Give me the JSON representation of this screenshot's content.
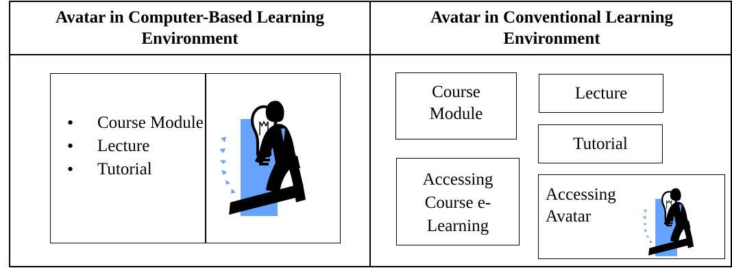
{
  "table": {
    "headers": [
      "Avatar in Computer-Based Learning Environment",
      "Avatar in Conventional Learning Environment"
    ]
  },
  "computer_based": {
    "bullets": [
      "Course Module",
      "Lecture",
      "Tutorial"
    ],
    "figure_icon": "businessman-with-lightbulb-icon"
  },
  "conventional": {
    "course_module": "Course Module",
    "lecture": "Lecture",
    "tutorial": "Tutorial",
    "accessing_course": "Accessing Course e-Learning",
    "accessing_avatar": "Accessing Avatar",
    "figure_icon": "businessman-with-lightbulb-icon"
  },
  "colors": {
    "figure_highlight": "#66a3ff"
  }
}
